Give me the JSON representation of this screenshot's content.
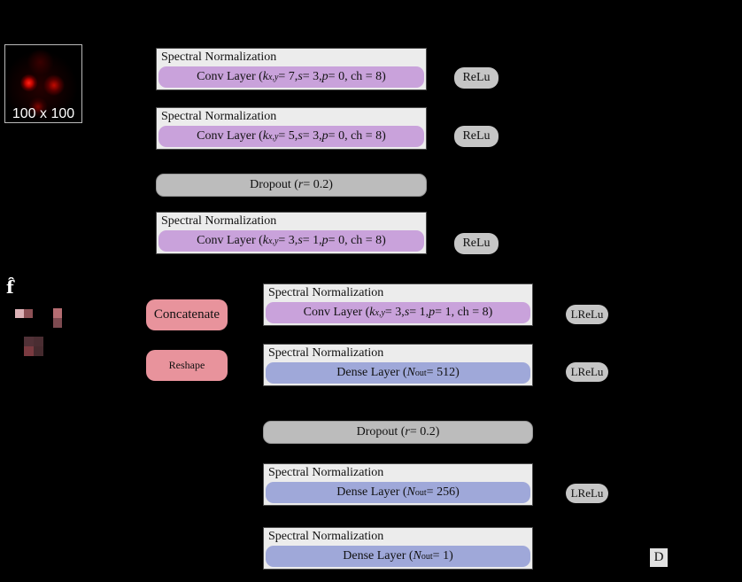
{
  "colors": {
    "background": "#000000",
    "block_bg": "#ececec",
    "conv_pill": "#c9a2db",
    "dense_pill": "#9fa8d9",
    "activation_pill": "#c6c6c6",
    "dropout_pill": "#bcbcbc",
    "op_pill": "#e8939c",
    "output_box": "#e2e2e2",
    "feature_squares": [
      "#dcb2b7",
      "#8d5156",
      "#b56d72",
      "#7d4a50",
      "#513137",
      "#4a2d32",
      "#7a3a40",
      "#452a2e"
    ]
  },
  "input": {
    "size_label": "100 x 100"
  },
  "feature_label": "f̂",
  "sn_header": "Spectral Normalization",
  "ops": {
    "concatenate": "Concatenate",
    "reshape": "Reshape"
  },
  "activations": {
    "relu": "ReLu",
    "lrelu": "LReLu"
  },
  "output_label": "D",
  "blocks": {
    "conv1": [
      {
        "t": "Conv Layer (",
        "s": "r"
      },
      {
        "t": "k",
        "s": "i"
      },
      {
        "t": "x,y",
        "s": "subi"
      },
      {
        "t": " = 7, ",
        "s": "r"
      },
      {
        "t": "s",
        "s": "i"
      },
      {
        "t": " = 3, ",
        "s": "r"
      },
      {
        "t": "p",
        "s": "i"
      },
      {
        "t": " = 0, ch = 8)",
        "s": "r"
      }
    ],
    "conv2": [
      {
        "t": "Conv Layer (",
        "s": "r"
      },
      {
        "t": "k",
        "s": "i"
      },
      {
        "t": "x,y",
        "s": "subi"
      },
      {
        "t": " = 5, ",
        "s": "r"
      },
      {
        "t": "s",
        "s": "i"
      },
      {
        "t": " = 3, ",
        "s": "r"
      },
      {
        "t": "p",
        "s": "i"
      },
      {
        "t": " = 0, ch = 8)",
        "s": "r"
      }
    ],
    "conv3": [
      {
        "t": "Conv Layer (",
        "s": "r"
      },
      {
        "t": "k",
        "s": "i"
      },
      {
        "t": "x,y",
        "s": "subi"
      },
      {
        "t": " = 3, ",
        "s": "r"
      },
      {
        "t": "s",
        "s": "i"
      },
      {
        "t": " = 1, ",
        "s": "r"
      },
      {
        "t": "p",
        "s": "i"
      },
      {
        "t": " = 0, ch = 8)",
        "s": "r"
      }
    ],
    "conv4": [
      {
        "t": "Conv Layer (",
        "s": "r"
      },
      {
        "t": "k",
        "s": "i"
      },
      {
        "t": "x,y",
        "s": "subi"
      },
      {
        "t": " = 3, ",
        "s": "r"
      },
      {
        "t": "s",
        "s": "i"
      },
      {
        "t": " = 1, ",
        "s": "r"
      },
      {
        "t": "p",
        "s": "i"
      },
      {
        "t": " = 1, ch = 8)",
        "s": "r"
      }
    ],
    "dropout": [
      {
        "t": "Dropout (",
        "s": "r"
      },
      {
        "t": "r",
        "s": "i"
      },
      {
        "t": " = 0.2)",
        "s": "r"
      }
    ],
    "dense512": [
      {
        "t": "Dense Layer (",
        "s": "r"
      },
      {
        "t": "N",
        "s": "i"
      },
      {
        "t": "out",
        "s": "sub"
      },
      {
        "t": " = 512)",
        "s": "r"
      }
    ],
    "dense256": [
      {
        "t": "Dense Layer (",
        "s": "r"
      },
      {
        "t": "N",
        "s": "i"
      },
      {
        "t": "out",
        "s": "sub"
      },
      {
        "t": " = 256)",
        "s": "r"
      }
    ],
    "dense1": [
      {
        "t": "Dense Layer (",
        "s": "r"
      },
      {
        "t": "N",
        "s": "i"
      },
      {
        "t": "out",
        "s": "sub"
      },
      {
        "t": " = 1)",
        "s": "r"
      }
    ]
  }
}
